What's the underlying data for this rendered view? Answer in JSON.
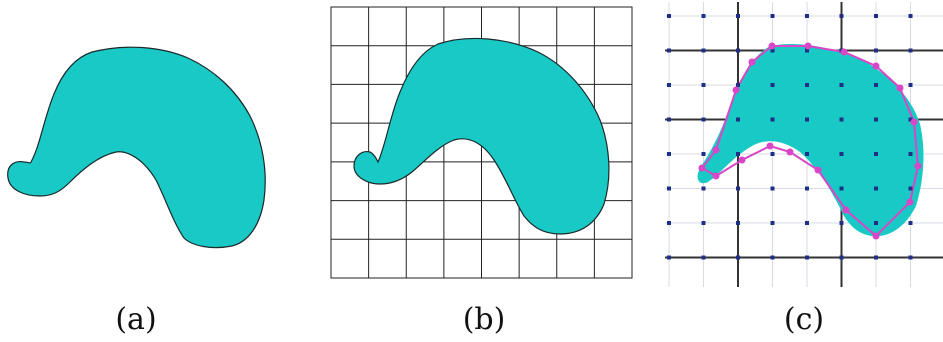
{
  "panels": [
    {
      "id": "a",
      "caption": "(a)"
    },
    {
      "id": "b",
      "caption": "(b)"
    },
    {
      "id": "c",
      "caption": "(c)"
    }
  ],
  "colors": {
    "shape_fill": "#18c9c6",
    "shape_stroke": "#1b2a2a",
    "grid_line": "#222222",
    "dot": "#1f2f86",
    "vertex": "#d946c7",
    "background": "#ffffff"
  },
  "grid_b": {
    "columns": 8,
    "rows": 7
  },
  "grid_c": {
    "columns": 9,
    "rows": 8
  }
}
